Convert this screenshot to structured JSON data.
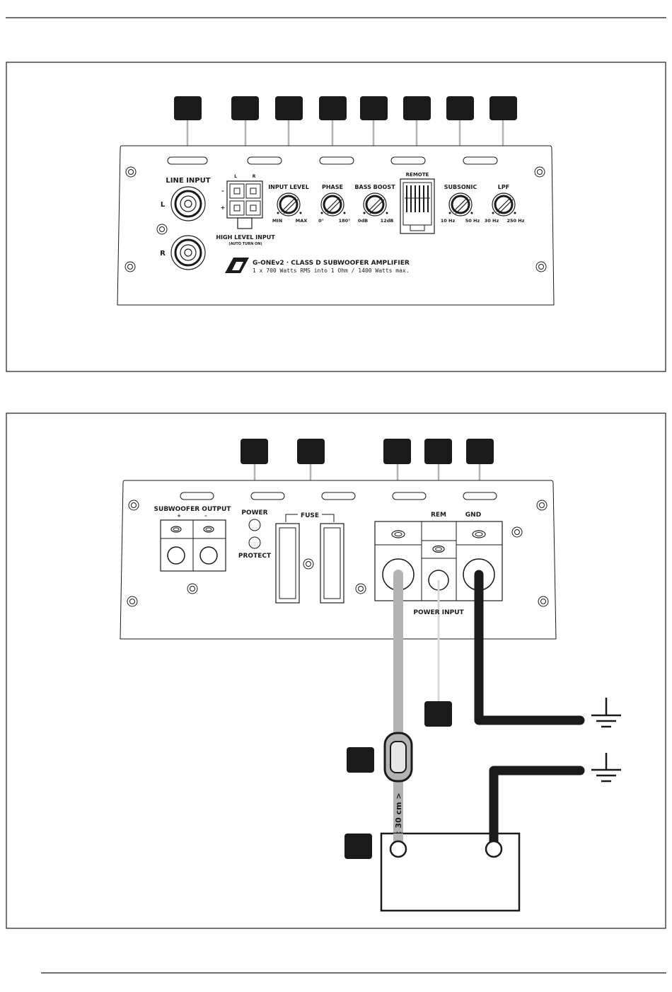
{
  "front_panel": {
    "line_input": "LINE INPUT",
    "left": "L",
    "right": "R",
    "hl_left": "L",
    "hl_right": "R",
    "minus": "–",
    "plus": "+",
    "high_level_input": "HIGH LEVEL INPUT",
    "auto_turn_on": "(AUTO TURN ON)",
    "input_level": "INPUT LEVEL",
    "input_level_min": "MIN",
    "input_level_max": "MAX",
    "phase": "PHASE",
    "phase_min": "0°",
    "phase_max": "180°",
    "bass_boost": "BASS BOOST",
    "bass_boost_min": "0dB",
    "bass_boost_max": "12dB",
    "remote": "REMOTE",
    "subsonic": "SUBSONIC",
    "subsonic_min": "10 Hz",
    "subsonic_max": "50 Hz",
    "lpf": "LPF",
    "lpf_min": "30 Hz",
    "lpf_max": "250 Hz",
    "model_line": "G-ONEv2 · CLASS D SUBWOOFER AMPLIFIER",
    "spec_line": "1 x 700 Watts RMS into 1 Ohm / 1400 Watts max."
  },
  "rear_panel": {
    "subwoofer_output": "SUBWOOFER OUTPUT",
    "sub_plus": "+",
    "sub_minus": "–",
    "power": "POWER",
    "protect": "PROTECT",
    "fuse": "FUSE",
    "rem": "REM",
    "gnd": "GND",
    "power_input": "POWER INPUT"
  },
  "wiring": {
    "distance": "< 30 cm >"
  },
  "colors": {
    "dark": "#1a1a1a",
    "wire_gray": "#b3b3b3",
    "callout_line": "#b3b3b3"
  }
}
